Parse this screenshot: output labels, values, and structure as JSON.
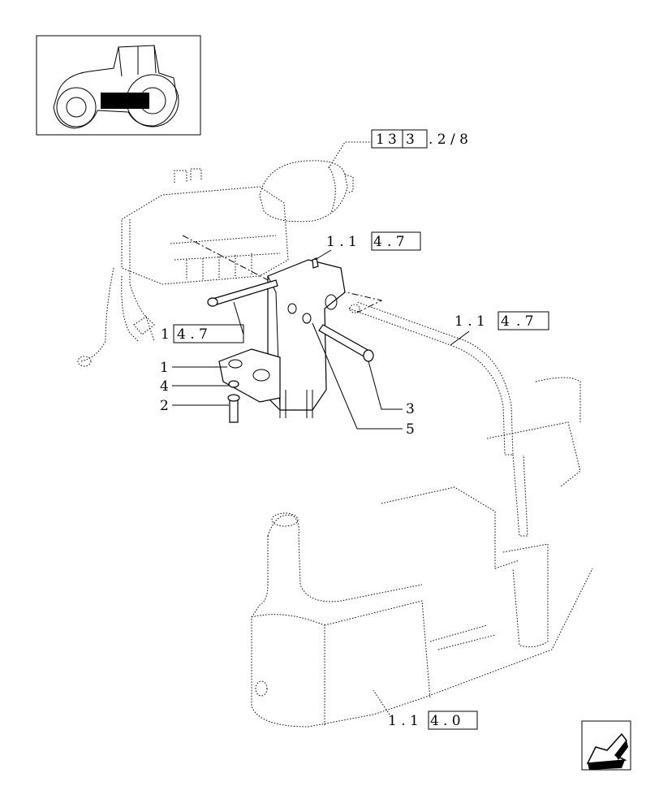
{
  "refs": {
    "ref_top": [
      "1",
      "3",
      "3",
      ". 2 / 8"
    ],
    "ref_bracket_small": [
      "1 . 1",
      "4",
      ". 7"
    ],
    "ref_left": [
      "1",
      "4 . 7"
    ],
    "ref_right": [
      "1 . 1",
      "4",
      ". 7"
    ],
    "ref_bottom": [
      "1 . 1",
      "4",
      ". 0"
    ]
  },
  "callouts": {
    "c1": "1",
    "c2": "2",
    "c3": "3",
    "c4": "4",
    "c5": "5"
  },
  "icons": {
    "thumbnail": "tractor-thumbnail-icon",
    "nav": "next-page-arrow-icon"
  }
}
